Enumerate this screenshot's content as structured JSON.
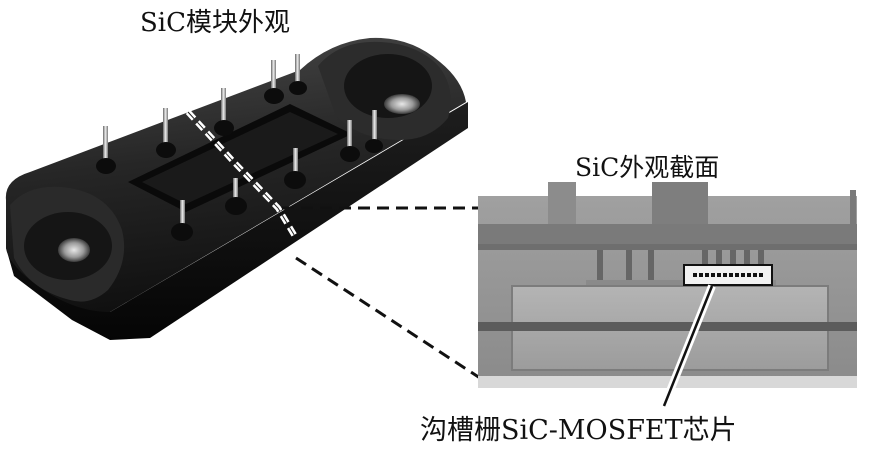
{
  "labels": {
    "module_title": "SiC模块外观",
    "section_title": "SiC外观截面",
    "chip_label": "沟槽栅SiC-MOSFET芯片"
  }
}
